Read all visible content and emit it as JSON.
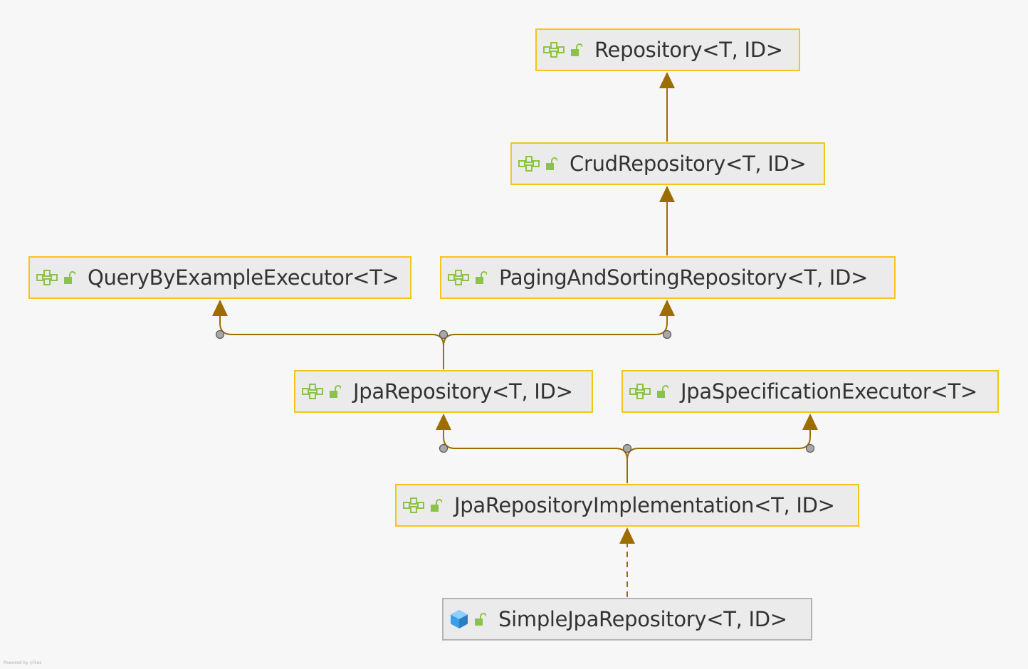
{
  "colors": {
    "background": "#f7f7f7",
    "node_fill": "#ebebeb",
    "interface_border": "#f5c518",
    "class_border": "#b4b4b4",
    "edge": "#9c6d00",
    "icon_green": "#8bc34a",
    "icon_blue": "#3d9ee8"
  },
  "nodes": {
    "repository": {
      "label": "Repository<T, ID>",
      "kind": "interface"
    },
    "crud_repository": {
      "label": "CrudRepository<T, ID>",
      "kind": "interface"
    },
    "query_by_example_executor": {
      "label": "QueryByExampleExecutor<T>",
      "kind": "interface"
    },
    "paging_and_sorting_repository": {
      "label": "PagingAndSortingRepository<T, ID>",
      "kind": "interface"
    },
    "jpa_repository": {
      "label": "JpaRepository<T, ID>",
      "kind": "interface"
    },
    "jpa_specification_executor": {
      "label": "JpaSpecificationExecutor<T>",
      "kind": "interface"
    },
    "jpa_repository_implementation": {
      "label": "JpaRepositoryImplementation<T, ID>",
      "kind": "interface"
    },
    "simple_jpa_repository": {
      "label": "SimpleJpaRepository<T, ID>",
      "kind": "class"
    }
  },
  "edges": [
    {
      "from": "crud_repository",
      "to": "repository",
      "type": "extends"
    },
    {
      "from": "paging_and_sorting_repository",
      "to": "crud_repository",
      "type": "extends"
    },
    {
      "from": "jpa_repository",
      "to": "query_by_example_executor",
      "type": "extends"
    },
    {
      "from": "jpa_repository",
      "to": "paging_and_sorting_repository",
      "type": "extends"
    },
    {
      "from": "jpa_repository_implementation",
      "to": "jpa_repository",
      "type": "extends"
    },
    {
      "from": "jpa_repository_implementation",
      "to": "jpa_specification_executor",
      "type": "extends"
    },
    {
      "from": "simple_jpa_repository",
      "to": "jpa_repository_implementation",
      "type": "implements"
    }
  ],
  "icons": {
    "interface": "interface-icon",
    "class": "class-icon",
    "visibility": "public-lock-icon"
  },
  "footer": "Powered by yFiles"
}
